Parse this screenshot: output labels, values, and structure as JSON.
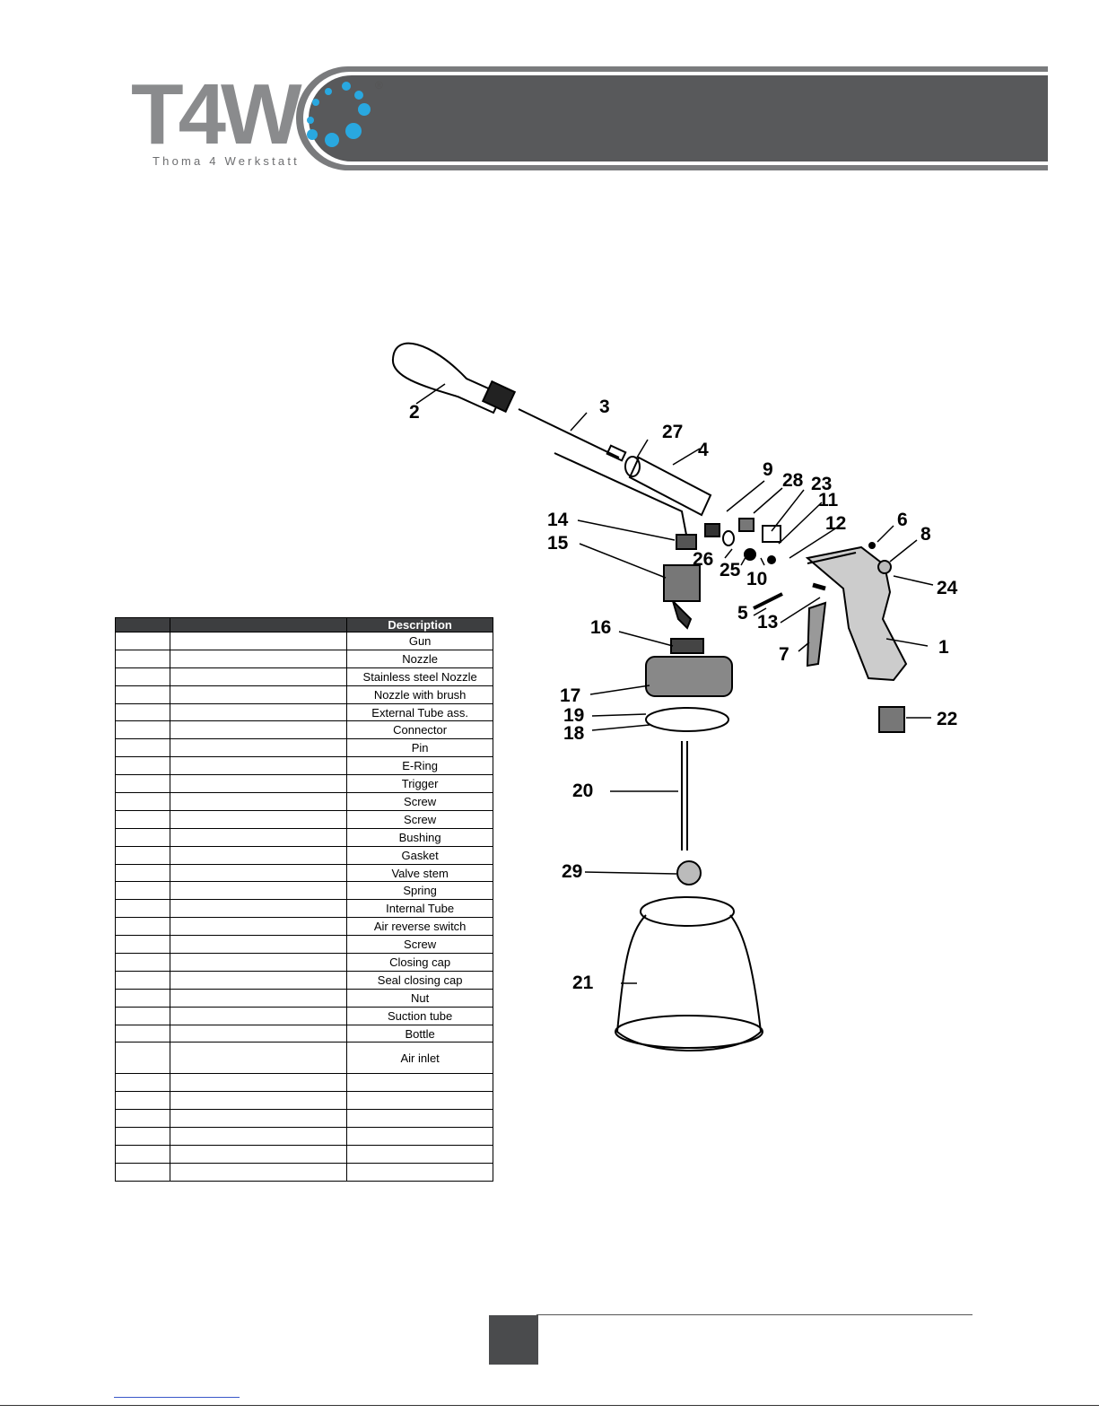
{
  "header": {
    "logo_text": "T4W",
    "logo_subtitle": "Thoma 4 Werkstatt",
    "registered_mark": "®"
  },
  "parts_table": {
    "columns": [
      "",
      "",
      "Description"
    ],
    "rows": [
      "Gun",
      "Nozzle",
      "Stainless steel Nozzle",
      "Nozzle with brush",
      "External Tube ass.",
      "Connector",
      "Pin",
      "E-Ring",
      "Trigger",
      "Screw",
      "Screw",
      "Bushing",
      "Gasket",
      "Valve stem",
      "Spring",
      "Internal Tube",
      "Air reverse switch",
      "Screw",
      "Closing cap",
      "Seal closing cap",
      "Nut",
      "Suction tube",
      "Bottle",
      "Air inlet",
      "",
      "",
      "",
      "",
      "",
      ""
    ]
  },
  "diagram": {
    "callouts": [
      "1",
      "2",
      "3",
      "4",
      "5",
      "6",
      "7",
      "8",
      "9",
      "10",
      "11",
      "12",
      "13",
      "14",
      "15",
      "16",
      "17",
      "18",
      "19",
      "20",
      "21",
      "22",
      "23",
      "24",
      "25",
      "26",
      "27",
      "28",
      "29"
    ]
  },
  "colors": {
    "header_band": "#58595b",
    "table_header": "#3d3e40",
    "logo_dots": "#29a8e0"
  }
}
